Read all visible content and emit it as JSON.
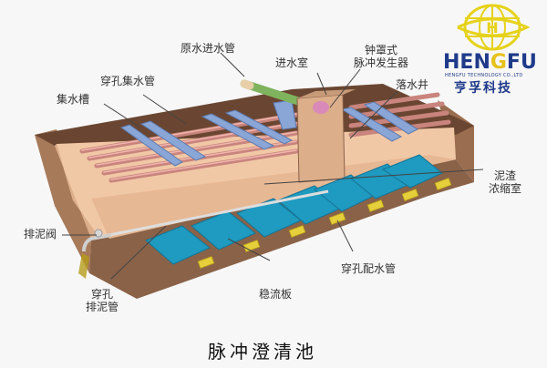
{
  "diagram": {
    "title": "脉冲澄清池",
    "labels": {
      "raw_water_inlet_pipe": "原水进水管",
      "inlet_chamber": "进水室",
      "bell_pulse_generator_line1": "钟罩式",
      "bell_pulse_generator_line2": "脉冲发生器",
      "drop_well": "落水井",
      "perforated_collection_pipe": "穿孔集水管",
      "collection_trough": "集水槽",
      "sludge_thickening_line1": "泥渣",
      "sludge_thickening_line2": "浓缩室",
      "sludge_valve": "排泥阀",
      "perforated_sludge_pipe_line1": "穿孔",
      "perforated_sludge_pipe_line2": "排泥管",
      "stabilizer_plate": "稳流板",
      "perforated_distribution_pipe": "穿孔配水管"
    },
    "colors": {
      "tank_wall": "#c79a78",
      "tank_inner": "#f1c8a6",
      "tank_dark": "#8a6248",
      "trough_blue": "#8aa6d6",
      "pipe_pink": "#d99a92",
      "plate_teal": "#1f9ac0",
      "nozzle_yellow": "#e5cf3a",
      "inlet_green": "#7fb35e",
      "generator_pink": "#d98ab8"
    }
  },
  "logo": {
    "brand_left": "HEN",
    "brand_g": "G",
    "brand_right": "FU",
    "subtitle": "HENGFU TECHNOLOGY CO.,LTD",
    "chinese_name": "亨孚科技"
  }
}
